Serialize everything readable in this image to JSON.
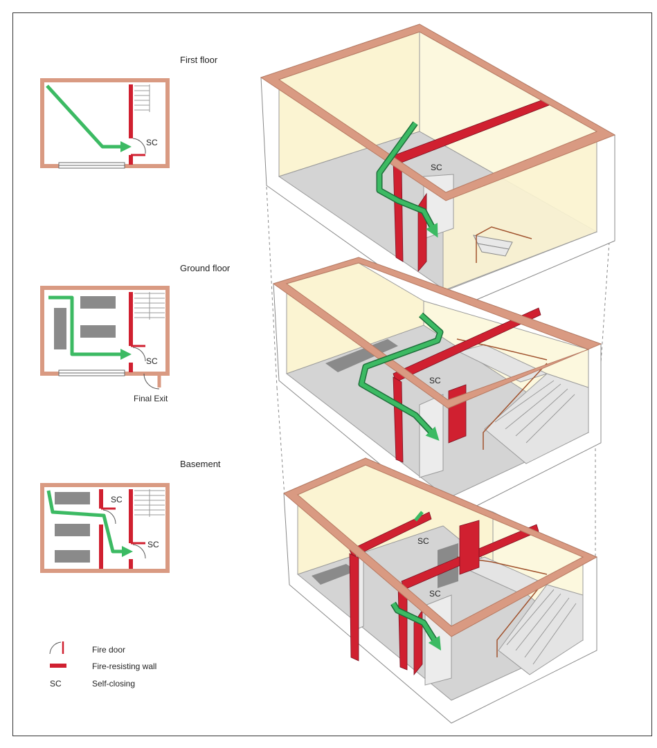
{
  "colors": {
    "outer_wall": "#d99a82",
    "fire_wall": "#d02030",
    "route": "#3cba63",
    "cream": "#fbf4d2",
    "floor_grey": "#d4d4d4",
    "furniture": "#8a8a8a",
    "stair_rail": "#a0522d"
  },
  "plans": {
    "first_floor": {
      "title": "First floor",
      "sc": "SC"
    },
    "ground_floor": {
      "title": "Ground floor",
      "sc": "SC",
      "exit": "Final Exit"
    },
    "basement": {
      "title": "Basement",
      "sc_a": "SC",
      "sc_b": "SC"
    }
  },
  "iso": {
    "first_floor": {
      "sc": "SC"
    },
    "ground_floor": {
      "sc": "SC"
    },
    "basement": {
      "sc_a": "SC",
      "sc_b": "SC"
    }
  },
  "legend": {
    "fire_door": "Fire door",
    "fire_wall": "Fire-resisting wall",
    "sc_abbr": "SC",
    "sc_text": "Self-closing"
  },
  "icons": [
    "fire-door-icon",
    "fire-wall-icon",
    "route-arrow-icon",
    "stair-icon"
  ]
}
